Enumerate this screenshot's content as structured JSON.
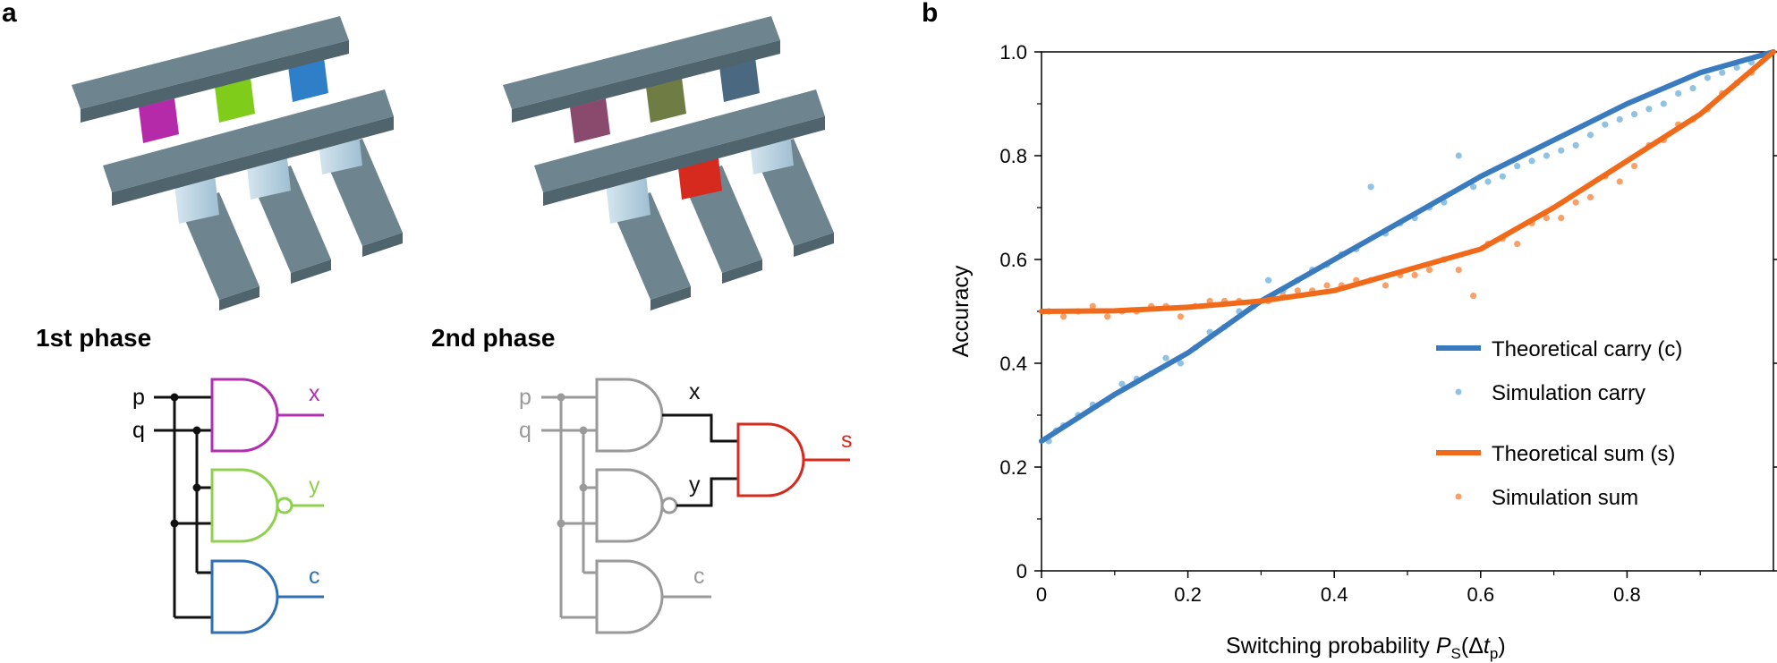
{
  "panel_a": {
    "label": "a",
    "phase1_label": "1st phase",
    "phase2_label": "2nd phase",
    "phase1_inputs": [
      "p",
      "q"
    ],
    "phase1_outputs": [
      "x",
      "y",
      "c"
    ],
    "phase2_inputs": [
      "p",
      "q"
    ],
    "phase2_mid": [
      "x",
      "y"
    ],
    "phase2_outputs": [
      "s",
      "c"
    ],
    "colors": {
      "magenta": "#b030b0",
      "green": "#8fd14f",
      "blue": "#2f6fb5",
      "red": "#d62a1e",
      "gray": "#9a9a9a",
      "bar": "#6e8590"
    }
  },
  "panel_b": {
    "label": "b",
    "chart_data": {
      "type": "line",
      "xlabel_prefix": "Switching probability ",
      "xlabel_symbol": "P",
      "xlabel_sub": "S",
      "xlabel_paren_open": "(Δ",
      "xlabel_t": "t",
      "xlabel_t_sub": "p",
      "xlabel_paren_close": ")",
      "ylabel": "Accuracy",
      "xlim": [
        0,
        1
      ],
      "ylim": [
        0,
        1
      ],
      "xticks": [
        0,
        0.2,
        0.4,
        0.6,
        0.8
      ],
      "xtick_labels": [
        "0",
        "0.2",
        "0.4",
        "0.6",
        "0.8"
      ],
      "yticks": [
        0,
        0.2,
        0.4,
        0.6,
        0.8,
        1.0
      ],
      "ytick_labels": [
        "0",
        "0.2",
        "0.4",
        "0.6",
        "0.8",
        "1.0"
      ],
      "legend_position": "lower-right",
      "series": [
        {
          "name": "Theoretical carry (c)",
          "kind": "line",
          "color": "#3a7bbf",
          "formula": "1 - P + P^2 ... sampled",
          "x": [
            0,
            0.1,
            0.2,
            0.3,
            0.4,
            0.5,
            0.6,
            0.7,
            0.8,
            0.9,
            1.0
          ],
          "y": [
            0.25,
            0.34,
            0.42,
            0.52,
            0.6,
            0.68,
            0.76,
            0.83,
            0.9,
            0.96,
            1.0
          ]
        },
        {
          "name": "Simulation carry",
          "kind": "scatter",
          "color": "#8fc2e3",
          "x": [
            0.01,
            0.02,
            0.03,
            0.05,
            0.07,
            0.09,
            0.11,
            0.13,
            0.15,
            0.17,
            0.19,
            0.21,
            0.23,
            0.25,
            0.27,
            0.29,
            0.31,
            0.33,
            0.35,
            0.37,
            0.39,
            0.41,
            0.43,
            0.45,
            0.47,
            0.49,
            0.51,
            0.53,
            0.55,
            0.57,
            0.59,
            0.61,
            0.63,
            0.65,
            0.67,
            0.69,
            0.71,
            0.73,
            0.75,
            0.77,
            0.79,
            0.81,
            0.83,
            0.85,
            0.87,
            0.89,
            0.91,
            0.93,
            0.95,
            0.97,
            0.99
          ],
          "y": [
            0.25,
            0.27,
            0.28,
            0.3,
            0.32,
            0.33,
            0.36,
            0.37,
            0.38,
            0.41,
            0.4,
            0.43,
            0.46,
            0.47,
            0.5,
            0.51,
            0.56,
            0.54,
            0.56,
            0.58,
            0.59,
            0.61,
            0.62,
            0.74,
            0.65,
            0.67,
            0.68,
            0.7,
            0.71,
            0.8,
            0.74,
            0.75,
            0.76,
            0.78,
            0.79,
            0.8,
            0.81,
            0.82,
            0.84,
            0.86,
            0.87,
            0.88,
            0.89,
            0.9,
            0.92,
            0.93,
            0.95,
            0.96,
            0.97,
            0.98,
            0.99
          ]
        },
        {
          "name": "Theoretical sum (s)",
          "kind": "line",
          "color": "#f06a1a",
          "x": [
            0,
            0.1,
            0.2,
            0.3,
            0.4,
            0.5,
            0.6,
            0.7,
            0.8,
            0.9,
            1.0
          ],
          "y": [
            0.5,
            0.501,
            0.508,
            0.52,
            0.54,
            0.58,
            0.62,
            0.7,
            0.79,
            0.88,
            1.0
          ]
        },
        {
          "name": "Simulation sum",
          "kind": "scatter",
          "color": "#f7a06a",
          "x": [
            0.01,
            0.03,
            0.05,
            0.07,
            0.09,
            0.11,
            0.13,
            0.15,
            0.17,
            0.19,
            0.21,
            0.23,
            0.25,
            0.27,
            0.29,
            0.31,
            0.33,
            0.35,
            0.37,
            0.39,
            0.41,
            0.43,
            0.45,
            0.47,
            0.49,
            0.51,
            0.53,
            0.55,
            0.57,
            0.59,
            0.61,
            0.63,
            0.65,
            0.67,
            0.69,
            0.71,
            0.73,
            0.75,
            0.77,
            0.79,
            0.81,
            0.83,
            0.85,
            0.87,
            0.89,
            0.91,
            0.93,
            0.95,
            0.97,
            0.99
          ],
          "y": [
            0.5,
            0.49,
            0.5,
            0.51,
            0.49,
            0.5,
            0.5,
            0.51,
            0.51,
            0.49,
            0.51,
            0.52,
            0.52,
            0.52,
            0.51,
            0.52,
            0.53,
            0.54,
            0.54,
            0.55,
            0.55,
            0.56,
            0.56,
            0.55,
            0.57,
            0.57,
            0.58,
            0.6,
            0.58,
            0.53,
            0.63,
            0.64,
            0.63,
            0.67,
            0.68,
            0.68,
            0.71,
            0.72,
            0.76,
            0.75,
            0.78,
            0.82,
            0.83,
            0.86,
            0.87,
            0.89,
            0.92,
            0.94,
            0.96,
            0.99
          ]
        }
      ]
    }
  }
}
